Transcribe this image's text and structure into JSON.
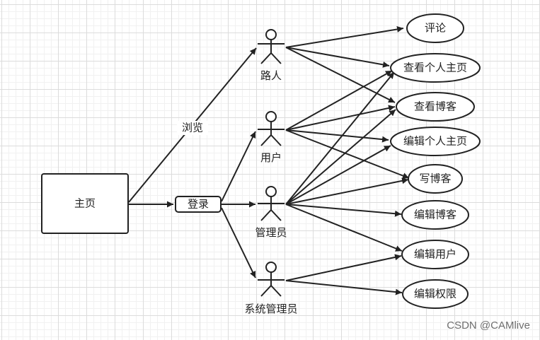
{
  "nodes": {
    "home": "主页",
    "login": "登录",
    "browse_label": "浏览"
  },
  "actors": {
    "passerby": "路人",
    "user": "用户",
    "admin": "管理员",
    "sysadmin": "系统管理员"
  },
  "usecases": {
    "comment": "评论",
    "view_profile": "查看个人主页",
    "view_blog": "查看博客",
    "edit_profile": "编辑个人主页",
    "write_blog": "写博客",
    "edit_blog": "编辑博客",
    "edit_user": "编辑用户",
    "edit_permission": "编辑权限"
  },
  "watermark": "CSDN @CAMlive"
}
